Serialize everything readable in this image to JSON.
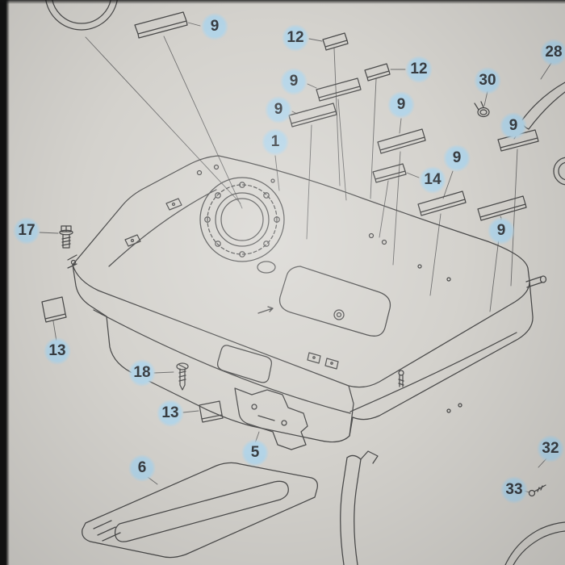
{
  "screen": {
    "background_color": "#d4d2cd",
    "bezel_color": "#111111"
  },
  "diagram": {
    "line_color": "#4a4a4a",
    "callout_highlight_color": "#b3d4e7",
    "callout_text_color": "#383d42",
    "parts_glyphs": [
      "fuel-tank-drawing",
      "fuel-pump-ring",
      "cushion-pad",
      "bolt",
      "screw",
      "protector-plate",
      "filler-pipe",
      "clamp",
      "gasket-ring"
    ],
    "callouts": [
      {
        "id": "9-1",
        "text": "9"
      },
      {
        "id": "12-1",
        "text": "12"
      },
      {
        "id": "12-2",
        "text": "12"
      },
      {
        "id": "9-2",
        "text": "9"
      },
      {
        "id": "9-3",
        "text": "9"
      },
      {
        "id": "28",
        "text": "28"
      },
      {
        "id": "30",
        "text": "30"
      },
      {
        "id": "9-4",
        "text": "9"
      },
      {
        "id": "9-5",
        "text": "9"
      },
      {
        "id": "1",
        "text": "1"
      },
      {
        "id": "9-6",
        "text": "9"
      },
      {
        "id": "14",
        "text": "14"
      },
      {
        "id": "9-7",
        "text": "9"
      },
      {
        "id": "17",
        "text": "17"
      },
      {
        "id": "13-1",
        "text": "13"
      },
      {
        "id": "18",
        "text": "18"
      },
      {
        "id": "13-2",
        "text": "13"
      },
      {
        "id": "5",
        "text": "5"
      },
      {
        "id": "6",
        "text": "6"
      },
      {
        "id": "32",
        "text": "32"
      },
      {
        "id": "33",
        "text": "33"
      }
    ]
  }
}
